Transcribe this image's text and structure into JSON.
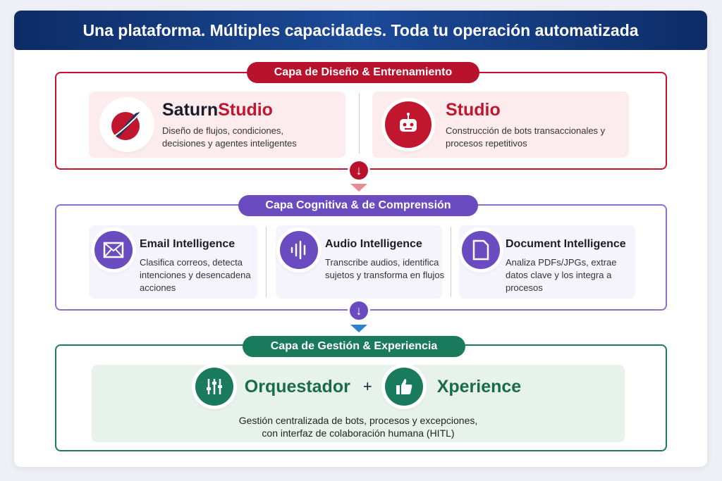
{
  "header": {
    "title": "Una plataforma. Múltiples capacidades. Toda tu operación automatizada"
  },
  "layers": [
    {
      "label": "Capa de Diseño & Entrenamiento",
      "color": "#b8122c",
      "items": [
        {
          "title_a": "Saturn",
          "title_b": "Studio",
          "desc": "Diseño de flujos, condiciones, decisiones y agentes inteligentes",
          "icon": "rocket-icon"
        },
        {
          "title_a": "",
          "title_b": "Studio",
          "desc": "Construcción de bots transaccionales y procesos repetitivos",
          "icon": "robot-icon"
        }
      ]
    },
    {
      "label": "Capa Cognitiva & de Comprensión",
      "color": "#6a4bc0",
      "items": [
        {
          "title": "Email Intelligence",
          "desc": "Clasifica correos, detecta intenciones y desencadena acciones",
          "icon": "envelope-icon"
        },
        {
          "title": "Audio Intelligence",
          "desc": "Transcribe audios, identifica sujetos y transforma en flujos",
          "icon": "audio-wave-icon"
        },
        {
          "title": "Document Intelligence",
          "desc": "Analiza PDFs/JPGs, extrae datos clave y los integra a procesos",
          "icon": "document-icon"
        }
      ]
    },
    {
      "label": "Capa de Gestión & Experiencia",
      "color": "#1a7a5c",
      "items": [
        {
          "title": "Orquestador",
          "icon": "sliders-icon"
        },
        {
          "title": "Xperience",
          "icon": "thumbs-up-icon"
        }
      ],
      "plus": "+",
      "desc": "Gestión centralizada de bots, procesos y excepciones, con interfaz de colaboración humana (HITL)"
    }
  ]
}
